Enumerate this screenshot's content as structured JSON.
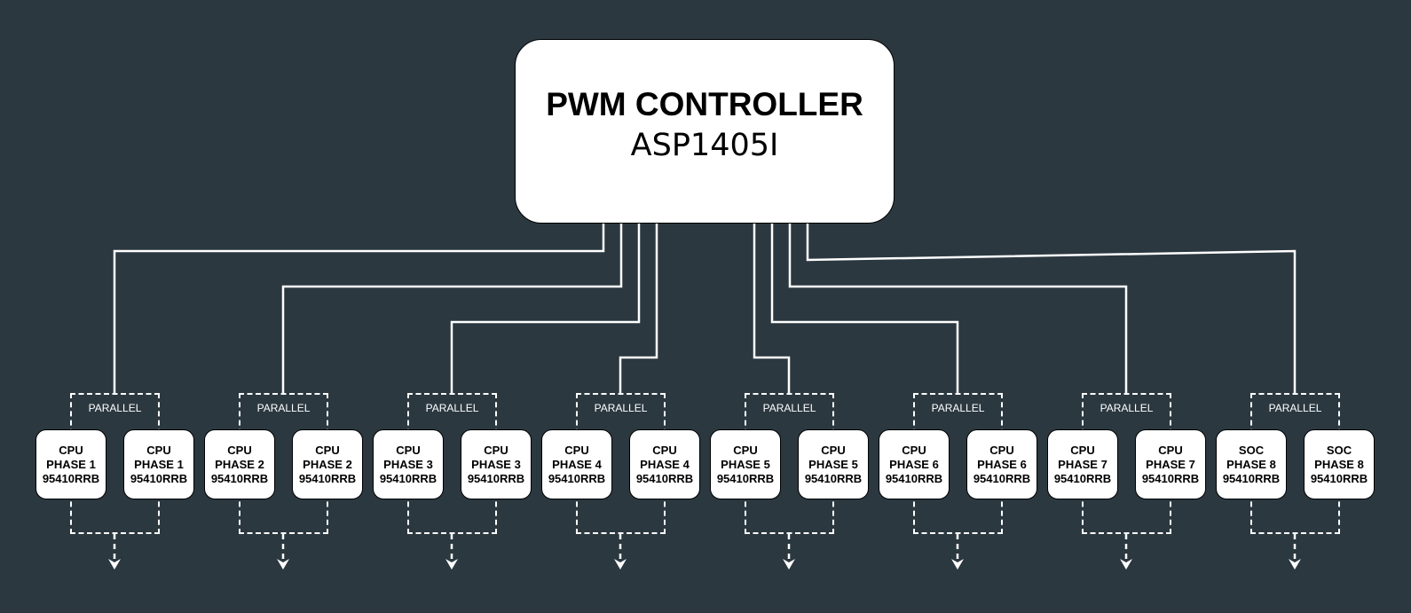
{
  "controller": {
    "title": "PWM CONTROLLER",
    "model": "ASP1405I"
  },
  "colors": {
    "background": "#2b3840",
    "box": "#ffffff",
    "wire": "#ffffff"
  },
  "groups": [
    {
      "label": "PARALLEL",
      "phases": [
        {
          "type": "CPU",
          "phase": "PHASE 1",
          "part": "95410RRB"
        },
        {
          "type": "CPU",
          "phase": "PHASE 1",
          "part": "95410RRB"
        }
      ]
    },
    {
      "label": "PARALLEL",
      "phases": [
        {
          "type": "CPU",
          "phase": "PHASE 2",
          "part": "95410RRB"
        },
        {
          "type": "CPU",
          "phase": "PHASE 2",
          "part": "95410RRB"
        }
      ]
    },
    {
      "label": "PARALLEL",
      "phases": [
        {
          "type": "CPU",
          "phase": "PHASE 3",
          "part": "95410RRB"
        },
        {
          "type": "CPU",
          "phase": "PHASE 3",
          "part": "95410RRB"
        }
      ]
    },
    {
      "label": "PARALLEL",
      "phases": [
        {
          "type": "CPU",
          "phase": "PHASE 4",
          "part": "95410RRB"
        },
        {
          "type": "CPU",
          "phase": "PHASE 4",
          "part": "95410RRB"
        }
      ]
    },
    {
      "label": "PARALLEL",
      "phases": [
        {
          "type": "CPU",
          "phase": "PHASE 5",
          "part": "95410RRB"
        },
        {
          "type": "CPU",
          "phase": "PHASE 5",
          "part": "95410RRB"
        }
      ]
    },
    {
      "label": "PARALLEL",
      "phases": [
        {
          "type": "CPU",
          "phase": "PHASE 6",
          "part": "95410RRB"
        },
        {
          "type": "CPU",
          "phase": "PHASE 6",
          "part": "95410RRB"
        }
      ]
    },
    {
      "label": "PARALLEL",
      "phases": [
        {
          "type": "CPU",
          "phase": "PHASE 7",
          "part": "95410RRB"
        },
        {
          "type": "CPU",
          "phase": "PHASE 7",
          "part": "95410RRB"
        }
      ]
    },
    {
      "label": "PARALLEL",
      "phases": [
        {
          "type": "SOC",
          "phase": "PHASE 8",
          "part": "95410RRB"
        },
        {
          "type": "SOC",
          "phase": "PHASE 8",
          "part": "95410RRB"
        }
      ]
    }
  ]
}
